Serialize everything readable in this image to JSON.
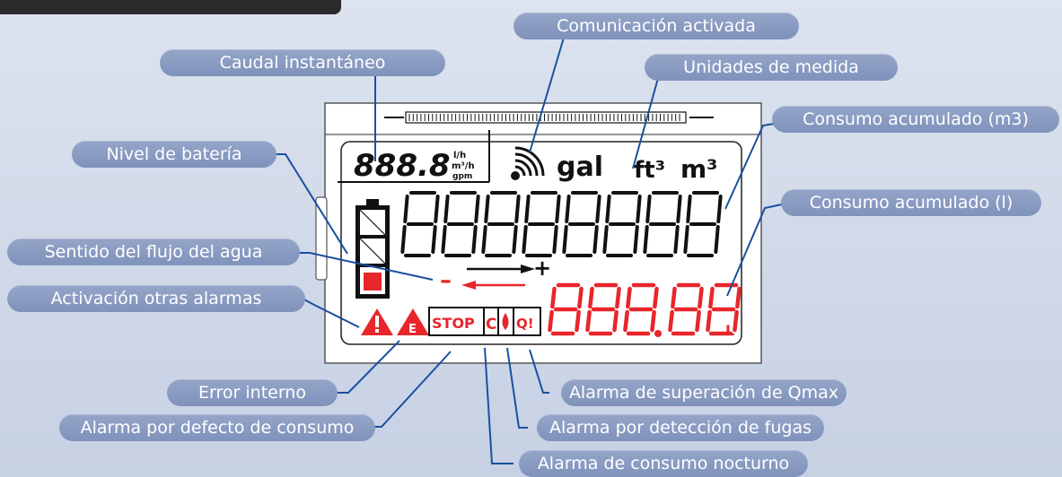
{
  "labels": {
    "caudal": "Caudal instantáneo",
    "comunicacion": "Comunicación activada",
    "unidades": "Unidades de medida",
    "consumo_m3": "Consumo acumulado (m3)",
    "nivel_bateria": "Nivel de batería",
    "consumo_l": "Consumo acumulado (l)",
    "sentido_flujo": "Sentido del flujo del agua",
    "otras_alarmas": "Activación otras alarmas",
    "error_interno": "Error interno",
    "defecto_consumo": "Alarma por defecto de consumo",
    "qmax": "Alarma de superación de Qmax",
    "fugas": "Alarma por detección de fugas",
    "nocturno": "Alarma de consumo nocturno"
  },
  "lcd": {
    "rate_digits": "888.8",
    "rate_unit_1": "l/h",
    "rate_unit_2": "m³/h",
    "rate_unit_3": "gpm",
    "unit_gal": "gal",
    "unit_ft3": "ft³",
    "unit_m3": "m³",
    "main_digits": "88888888",
    "liters_digits": "888.88",
    "liters_unit": "L",
    "stop": "STOP",
    "moon": "C",
    "qt": "Q!",
    "error_letter": "E",
    "plus": "+",
    "minus": "–"
  },
  "colors": {
    "pill": "#8597c0",
    "lcd_black": "#111111",
    "lcd_red": "#e8262b",
    "leader": "#1a4fa0"
  }
}
